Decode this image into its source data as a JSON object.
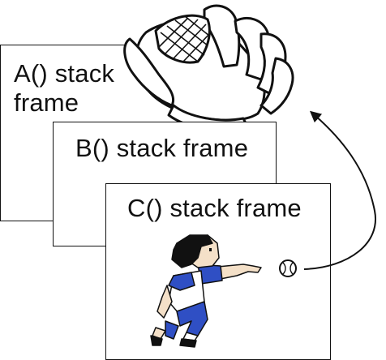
{
  "frames": {
    "a": {
      "label": "A() stack\nframe"
    },
    "b": {
      "label": "B() stack frame"
    },
    "c": {
      "label": "C() stack frame"
    }
  },
  "icons": {
    "glove": "baseball-glove-icon",
    "pitcher": "pitcher-figure-icon",
    "ball": "baseball-icon"
  },
  "colors": {
    "outline": "#111111",
    "shirt": "#2f4fc4",
    "hair": "#111111",
    "skin": "#f4e0c8"
  }
}
